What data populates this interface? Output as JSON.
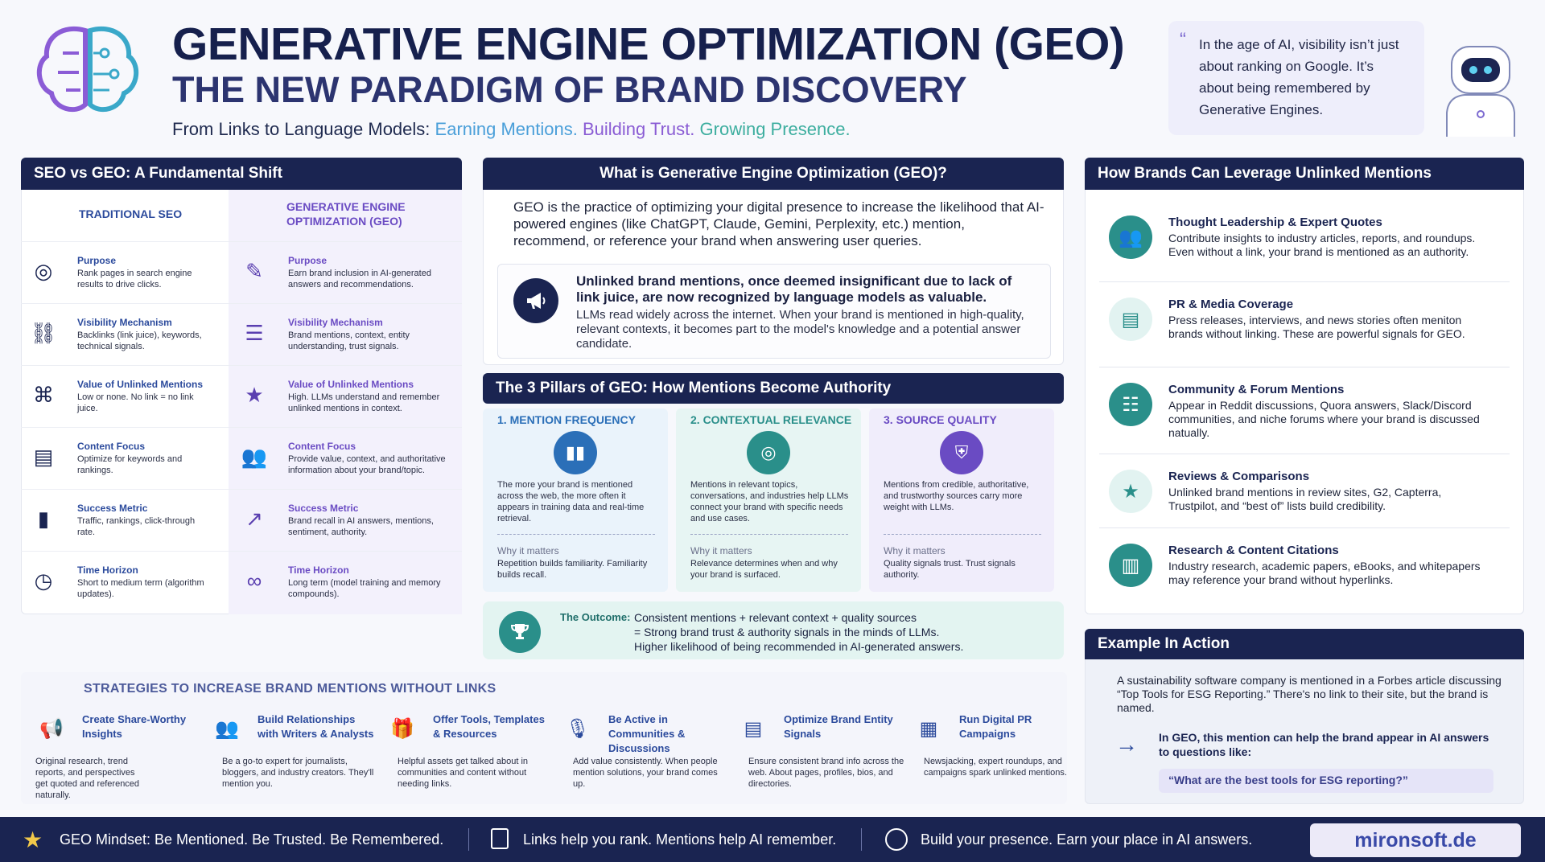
{
  "header": {
    "title": "GENERATIVE ENGINE OPTIMIZATION (GEO)",
    "subtitle": "THE NEW PARADIGM OF BRAND DISCOVERY",
    "tagline_lead": "From Links to Language Models:",
    "tagline_a": "Earning Mentions.",
    "tagline_b": "Building Trust.",
    "tagline_c": "Growing Presence.",
    "quote": "In the age of AI, visibility isn’t just about ranking on Google. It’s about being remembered by Generative Engines."
  },
  "left": {
    "title": "SEO vs GEO: A Fundamental Shift",
    "col_seo": "TRADITIONAL SEO",
    "col_geo": "GENERATIVE ENGINE OPTIMIZATION (GEO)",
    "rows": [
      {
        "seo_label": "Purpose",
        "seo_text": "Rank pages in search engine results to drive clicks.",
        "geo_label": "Purpose",
        "geo_text": "Earn brand inclusion in AI-generated answers and recommendations."
      },
      {
        "seo_label": "Visibility Mechanism",
        "seo_text": "Backlinks (link juice), keywords, technical signals.",
        "geo_label": "Visibility Mechanism",
        "geo_text": "Brand mentions, context, entity understanding, trust signals."
      },
      {
        "seo_label": "Value of Unlinked Mentions",
        "seo_text": "Low or none. No link = no link juice.",
        "geo_label": "Value of Unlinked Mentions",
        "geo_text": "High. LLMs understand and remember unlinked mentions in context."
      },
      {
        "seo_label": "Content Focus",
        "seo_text": "Optimize for keywords and rankings.",
        "geo_label": "Content Focus",
        "geo_text": "Provide value, context, and authoritative information about your brand/topic."
      },
      {
        "seo_label": "Success Metric",
        "seo_text": "Traffic, rankings, click-through rate.",
        "geo_label": "Success Metric",
        "geo_text": "Brand recall in AI answers, mentions, sentiment, authority."
      },
      {
        "seo_label": "Time Horizon",
        "seo_text": "Short to medium term (algorithm updates).",
        "geo_label": "Time Horizon",
        "geo_text": "Long term (model training and memory compounds)."
      }
    ]
  },
  "center": {
    "title": "What is Generative Engine Optimization (GEO)?",
    "def": "GEO is the practice of optimizing your digital presence to increase the likelihood that AI-powered engines (like ChatGPT, Claude, Gemini, Perplexity, etc.) mention, recommend, or reference your brand when answering user queries.",
    "callout_bold": "Unlinked brand mentions, once deemed insignificant due to lack of link juice, are now recognized by language models as valuable.",
    "callout_text": "LLMs read widely across the internet. When your brand is mentioned in high-quality, relevant contexts, it becomes part to the model's knowledge and a potential answer candidate.",
    "pillars_title": "The 3 Pillars of GEO: How Mentions Become Authority",
    "pillars": [
      {
        "title": "1. MENTION FREQUENCY",
        "text": "The more your brand is mentioned across the web, the more often it appears in training data and real-time retrieval.",
        "why": "Why it matters",
        "why_text": "Repetition builds familiarity. Familiarity builds recall."
      },
      {
        "title": "2. CONTEXTUAL RELEVANCE",
        "text": "Mentions in relevant topics, conversations, and industries help LLMs connect your brand with specific needs and use cases.",
        "why": "Why it matters",
        "why_text": "Relevance determines when and why your brand is surfaced."
      },
      {
        "title": "3. SOURCE QUALITY",
        "text": "Mentions from credible, authoritative, and trustworthy sources carry more weight with LLMs.",
        "why": "Why it matters",
        "why_text": "Quality signals trust. Trust signals authority."
      }
    ],
    "outcome_label": "The Outcome:",
    "outcome_1": "Consistent mentions + relevant context + quality sources",
    "outcome_2": "= Strong brand trust & authority signals in the minds of LLMs.",
    "outcome_3": "Higher likelihood of being recommended in AI-generated answers."
  },
  "right": {
    "title": "How Brands Can Leverage Unlinked Mentions",
    "items": [
      {
        "title": "Thought Leadership & Expert Quotes",
        "text": "Contribute insights to industry articles, reports, and roundups. Even without a link, your brand is mentioned as an authority."
      },
      {
        "title": "PR & Media Coverage",
        "text": "Press releases, interviews, and news stories often meniton brands without linking. These are powerful signals for GEO."
      },
      {
        "title": "Community & Forum Mentions",
        "text": "Appear in Reddit discussions, Quora answers, Slack/Discord communities, and niche forums where your brand is discussed natually."
      },
      {
        "title": "Reviews & Comparisons",
        "text": "Unlinked brand mentions in review sites, G2, Capterra, Trustpilot, and “best of” lists build credibility."
      },
      {
        "title": "Research & Content Citations",
        "text": "Industry research, academic papers, eBooks, and whitepapers may reference your brand without hyperlinks."
      }
    ],
    "example_title": "Example In Action",
    "example_text_a": "A sustainability software company is mentioned in a Forbes article discussing “Top Tools for ESG Reporting.”",
    "example_text_b": "There's no link to their site, but the brand is named.",
    "example_geo": "In GEO, this mention can help the brand appear in AI answers to questions like:",
    "example_query": "“What are the best tools for ESG reporting?”"
  },
  "strategies": {
    "title": "STRATEGIES TO INCREASE BRAND MENTIONS WITHOUT LINKS",
    "items": [
      {
        "title": "Create Share-Worthy Insights",
        "text": "Original research, trend reports, and perspectives get quoted and referenced naturally."
      },
      {
        "title": "Build Relationships with Writers & Analysts",
        "text": "Be a go-to expert for journalists, bloggers, and industry creators. They'll mention you."
      },
      {
        "title": "Offer Tools, Templates & Resources",
        "text": "Helpful assets get talked about in communities and content without needing links."
      },
      {
        "title": "Be Active in Communities & Discussions",
        "text": "Add value consistently. When people mention solutions, your brand comes up."
      },
      {
        "title": "Optimize Brand Entity Signals",
        "text": "Ensure consistent brand info across the web. About pages, profiles, bios, and directories."
      },
      {
        "title": "Run Digital PR Campaigns",
        "text": "Newsjacking, expert roundups, and campaigns spark unlinked mentions."
      }
    ]
  },
  "footer": {
    "a": "GEO Mindset: Be Mentioned. Be Trusted. Be Remembered.",
    "b": "Links help you rank. Mentions help AI remember.",
    "c": "Build your presence. Earn your place in AI answers.",
    "brand": "mironsoft.de"
  }
}
